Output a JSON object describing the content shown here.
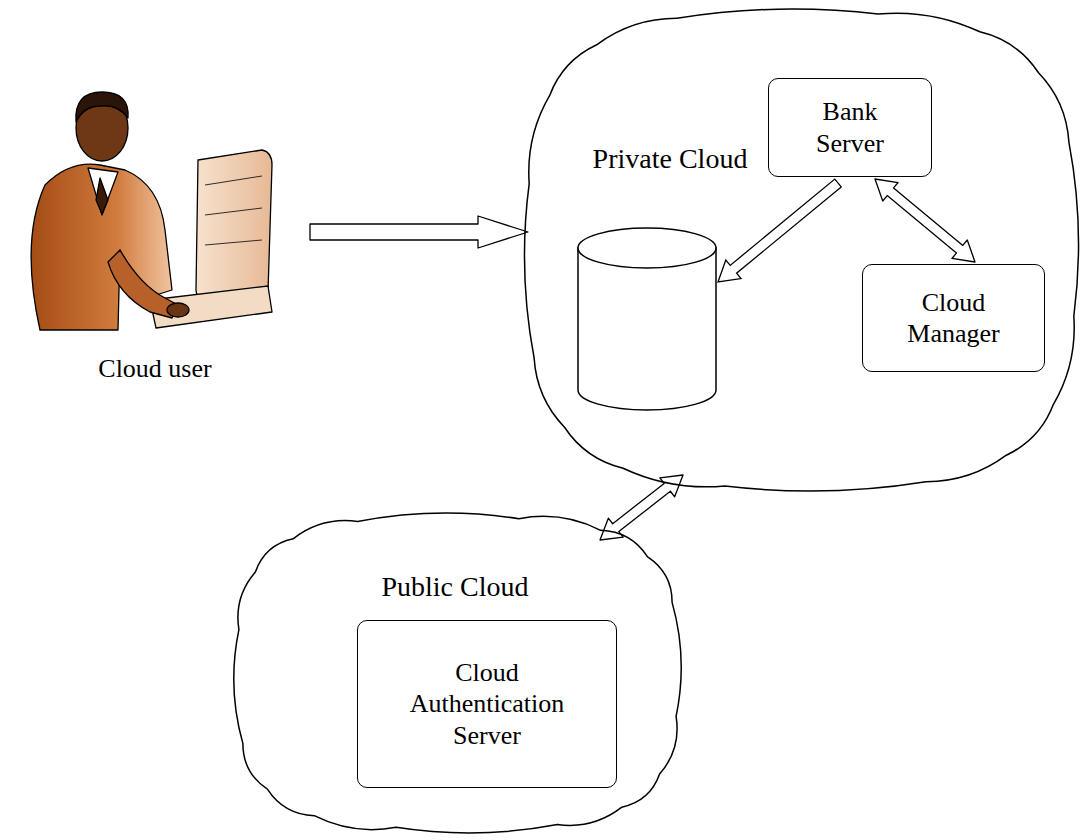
{
  "diagram": {
    "nodes": [
      {
        "text": [
          "Cloud user"
        ]
      },
      {
        "text": [
          "Private Cloud"
        ]
      },
      {
        "text": [
          "Bank Server"
        ],
        "in": 1
      },
      {
        "text": [
          "Cloud Manager"
        ],
        "in": 1
      },
      {
        "text": [
          "Public Cloud"
        ]
      },
      {
        "text": [
          "Cloud Authentication Server"
        ],
        "in": 4
      }
    ],
    "edges": [
      {
        "from": 0,
        "to": 1,
        "arrow": "to"
      },
      {
        "from": 2,
        "to": 3,
        "arrow": "both"
      },
      {
        "from": 1,
        "to": 4,
        "arrow": "both"
      }
    ]
  }
}
